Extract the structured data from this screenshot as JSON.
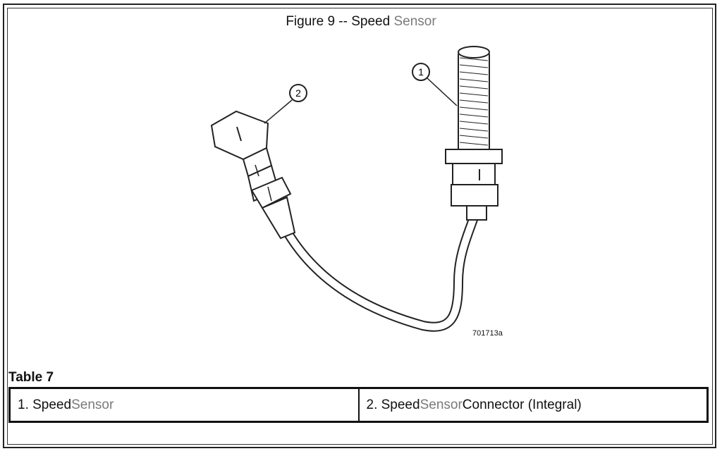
{
  "figure": {
    "title_prefix": "Figure 9 -- Speed ",
    "title_highlight": "Sensor",
    "callout_1": "1",
    "callout_2": "2",
    "reference_code": "701713a"
  },
  "table": {
    "title": "Table 7",
    "cells": [
      {
        "prefix": "1. Speed ",
        "highlight": "Sensor",
        "suffix": ""
      },
      {
        "prefix": "2. Speed ",
        "highlight": "Sensor",
        "suffix": " Connector (Integral)"
      }
    ]
  }
}
